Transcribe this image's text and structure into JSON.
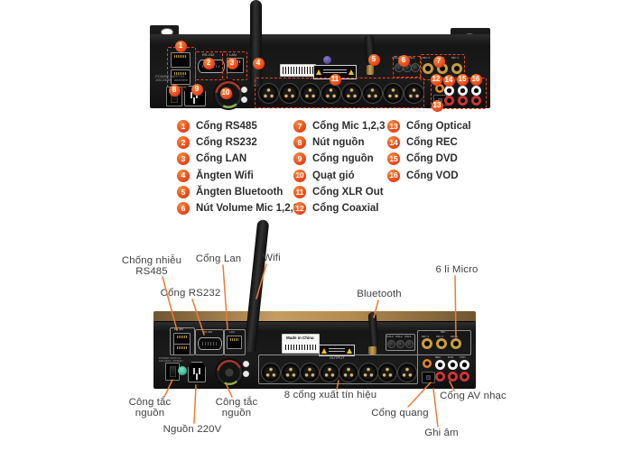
{
  "legend": {
    "items": [
      {
        "num": "1",
        "label": "Cổng RS485"
      },
      {
        "num": "2",
        "label": "Cổng RS232"
      },
      {
        "num": "3",
        "label": "Cổng LAN"
      },
      {
        "num": "4",
        "label": "Ăngten Wifi"
      },
      {
        "num": "5",
        "label": "Ăngten Bluetooth"
      },
      {
        "num": "6",
        "label": "Nút Volume Mic 1,2,3"
      },
      {
        "num": "7",
        "label": "Cổng Mic 1,2,3"
      },
      {
        "num": "8",
        "label": "Nút nguồn"
      },
      {
        "num": "9",
        "label": "Cổng nguồn"
      },
      {
        "num": "10",
        "label": "Quạt gió"
      },
      {
        "num": "11",
        "label": "Cổng XLR Out"
      },
      {
        "num": "12",
        "label": "Cổng Coaxial"
      },
      {
        "num": "13",
        "label": "Cổng Optical"
      },
      {
        "num": "14",
        "label": "Cổng REC"
      },
      {
        "num": "15",
        "label": "Cổng DVD"
      },
      {
        "num": "16",
        "label": "Cổng VOD"
      }
    ]
  },
  "panel_text": {
    "power_switch": "POWER SWITCH",
    "power_rating": "100-240V~ 50/60Hz",
    "rs485": "RS 485",
    "rs232": "RS 232",
    "lan": "LAN",
    "mic_header": "MIC",
    "vol_labels": [
      "VOL3",
      "VOL2",
      "VOL1"
    ],
    "mic_labels": [
      "MIC 3",
      "MIC 2",
      "MIC 1"
    ],
    "rca_labels": [
      "REC",
      "DVD",
      "VOD"
    ],
    "output": "OUTPUT",
    "made_in": "Made in China"
  },
  "callouts": {
    "top": [
      {
        "lines": [
          "Chống nhiễu",
          "RS485"
        ]
      },
      {
        "lines": [
          "Cổng RS232"
        ]
      },
      {
        "lines": [
          "Cổng Lan"
        ]
      },
      {
        "lines": [
          "Wifi"
        ]
      },
      {
        "lines": [
          "Bluetooth"
        ]
      },
      {
        "lines": [
          "6 li Micro"
        ]
      }
    ],
    "bottom": [
      {
        "lines": [
          "Công tắc",
          "nguồn"
        ]
      },
      {
        "lines": [
          "Nguồn 220V"
        ]
      },
      {
        "lines": [
          "Công tắc",
          "nguồn"
        ]
      },
      {
        "lines": [
          "8 cổng xuất tín hiệu"
        ]
      },
      {
        "lines": [
          "Cổng quang"
        ]
      },
      {
        "lines": [
          "Ghi âm"
        ]
      },
      {
        "lines": [
          "Cổng AV nhạc"
        ]
      }
    ]
  },
  "colors": {
    "accent": "#E8431F",
    "leader_line": "#ED7B33",
    "gold_top": "#B9935B"
  }
}
